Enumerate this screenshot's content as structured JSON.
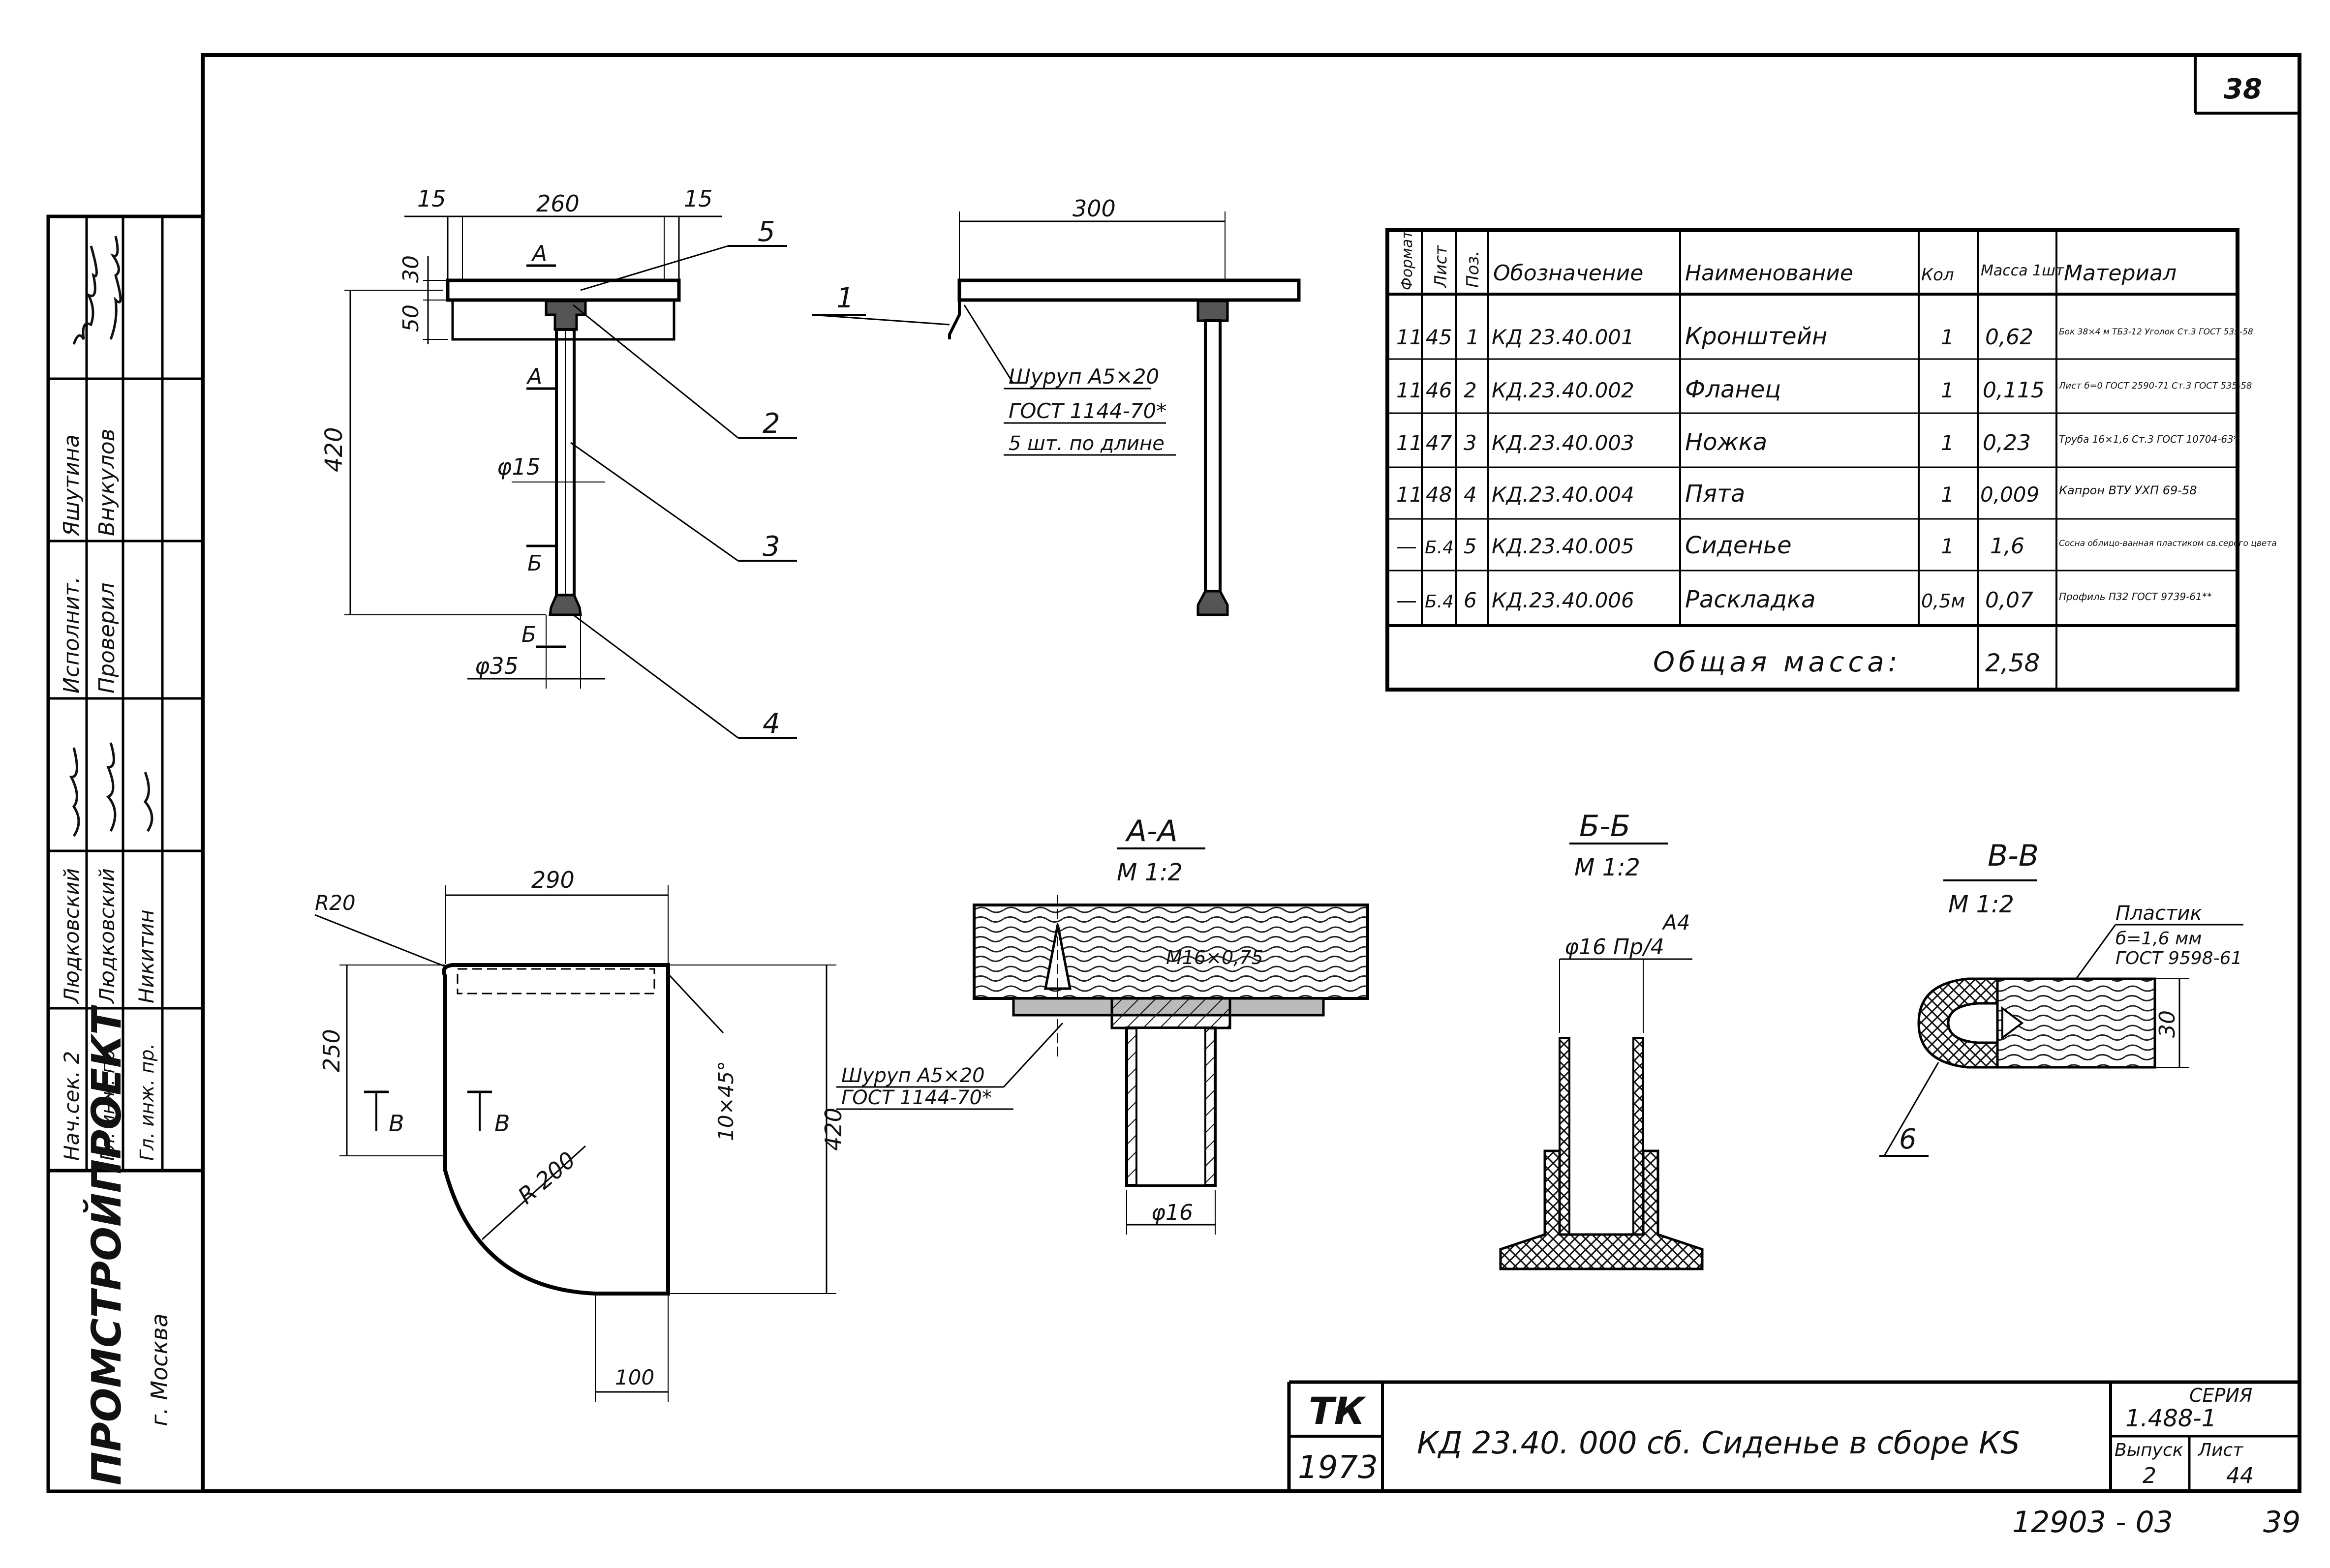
{
  "sheet": {
    "corner_number": "38",
    "bottom_doc_number": "12903 - 03",
    "bottom_page_number": "39"
  },
  "left_stamp": {
    "org_name": "ПРОМСТРОЙПРОЕКТ",
    "city": "г. Москва",
    "roles": [
      "Нач.сек. 2",
      "Гл. инж. пр.",
      "Гл. инж. пр.",
      "Исполнит.",
      "Проверил"
    ],
    "names": [
      "Людковский",
      "Людковский",
      "Никитин",
      "Яшутина",
      "Внукулов"
    ]
  },
  "main_view": {
    "dims": {
      "left_margin": "15",
      "seat_length": "260",
      "right_margin": "15",
      "seat_thickness": "30",
      "flange_height": "50",
      "total_height": "420",
      "tube_dia": "φ15",
      "foot_dia": "φ35"
    },
    "section_marks": {
      "a_top": "A",
      "a_mid": "A",
      "b_mid": "Б",
      "b_low": "Б"
    },
    "callouts": [
      "5",
      "2",
      "3",
      "4"
    ]
  },
  "side_view": {
    "dim_length": "300",
    "callout": "1",
    "screw_note": [
      "Шуруп А5×20",
      "ГОСТ 1144-70*",
      "5 шт. по длине"
    ]
  },
  "spec_table": {
    "headers": [
      "Формат",
      "Лист",
      "Поз.",
      "Обозначение",
      "Наименование",
      "Кол",
      "Масса 1шт",
      "Материал"
    ],
    "rows": [
      [
        "11",
        "45",
        "1",
        "КД 23.40.001",
        "Кронштейн",
        "1",
        "0,62",
        "Бок 38×4 м ТБ3-12 Уголок Ст.3 ГОСТ 535-58"
      ],
      [
        "11",
        "46",
        "2",
        "КД.23.40.002",
        "Фланец",
        "1",
        "0,115",
        "Лист б=0 ГОСТ 2590-71 Ст.3 ГОСТ 535-58"
      ],
      [
        "11",
        "47",
        "3",
        "КД.23.40.003",
        "Ножка",
        "1",
        "0,23",
        "Труба 16×1,6 Ст.3 ГОСТ 10704-63*"
      ],
      [
        "11",
        "48",
        "4",
        "КД.23.40.004",
        "Пята",
        "1",
        "0,009",
        "Капрон ВТУ УХП 69-58"
      ],
      [
        "—",
        "Б.4",
        "5",
        "КД.23.40.005",
        "Сиденье",
        "1",
        "1,6",
        "Сосна облицо-ванная пластиком св.серого цвета"
      ],
      [
        "—",
        "Б.4",
        "6",
        "КД.23.40.006",
        "Раскладка",
        "0,5м",
        "0,07",
        "Профиль П32 ГОСТ 9739-61**"
      ]
    ],
    "total_label": "Общая масса:",
    "total_value": "2,58"
  },
  "plan_view": {
    "dims": {
      "width": "290",
      "corner_radius": "R20",
      "top_depth": "250",
      "chamfer": "10×45°",
      "total_height": "420",
      "arc_radius": "R 200",
      "bottom_width": "100"
    },
    "section_marks": [
      "В",
      "В"
    ]
  },
  "section_aa": {
    "title": "А-А",
    "scale": "М 1:2",
    "thread": "M16×0,75",
    "screw_note": [
      "Шуруп А5×20",
      "ГОСТ 1144-70*"
    ],
    "dia": "φ16"
  },
  "section_bb": {
    "title": "Б-Б",
    "scale": "М 1:2",
    "note_top": "А4",
    "note": "φ16 Пр/4"
  },
  "section_vv": {
    "title": "В-В",
    "scale": "М 1:2",
    "material_note": [
      "Пластик",
      "б=1,6 мм",
      "ГОСТ 9598-61"
    ],
    "dim": "30",
    "callout": "6"
  },
  "title_block": {
    "logo_letters": "ТК",
    "year": "1973",
    "title": "КД 23.40. 000 сб. Сиденье в сборе КS",
    "series_label": "СЕРИЯ",
    "series_value": "1.488-1",
    "issue_label": "Выпуск",
    "issue_value": "2",
    "sheet_label": "Лист",
    "sheet_value": "44"
  }
}
